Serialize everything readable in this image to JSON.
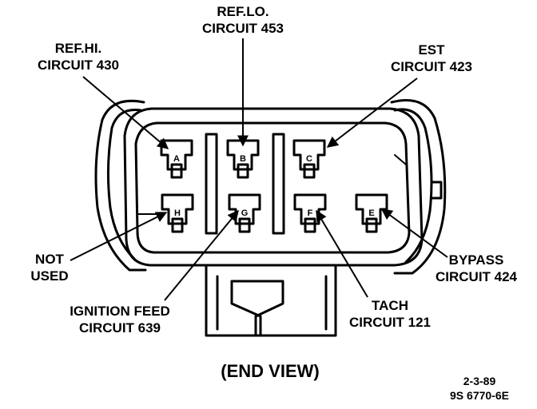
{
  "labels": {
    "ref_lo": [
      "REF.LO.",
      "CIRCUIT 453"
    ],
    "ref_hi": [
      "REF.HI.",
      "CIRCUIT 430"
    ],
    "est": [
      "EST",
      "CIRCUIT 423"
    ],
    "not_used": [
      "NOT",
      "USED"
    ],
    "bypass": [
      "BYPASS",
      "CIRCUIT 424"
    ],
    "ignition_feed": [
      "IGNITION FEED",
      "CIRCUIT 639"
    ],
    "tach": [
      "TACH",
      "CIRCUIT 121"
    ]
  },
  "pins": {
    "a": "A",
    "b": "B",
    "c": "C",
    "h": "H",
    "g": "G",
    "f": "F",
    "e": "E"
  },
  "caption": "(END VIEW)",
  "figure_code": [
    "2-3-89",
    "9S 6770-6E"
  ]
}
